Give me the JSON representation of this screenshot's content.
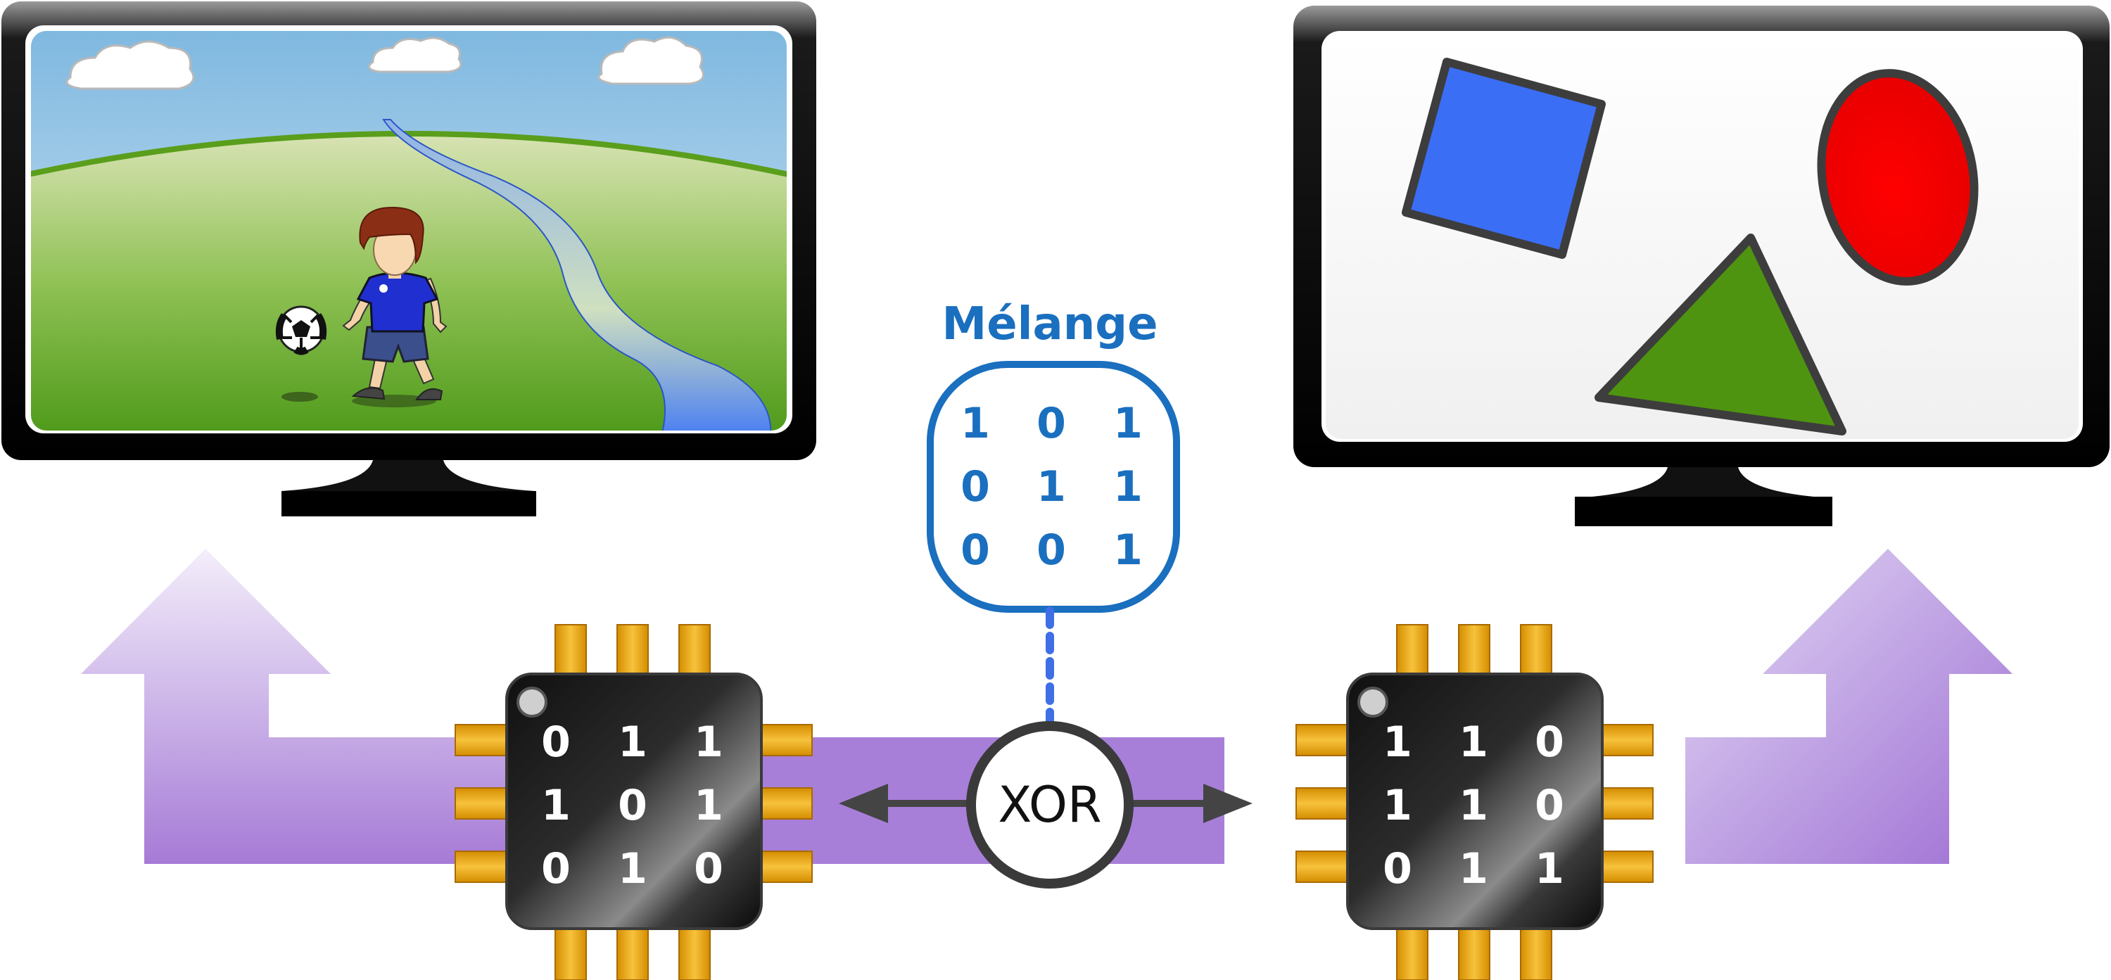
{
  "mix_key": {
    "title": "Mélange",
    "rows": [
      [
        "1",
        "0",
        "1"
      ],
      [
        "0",
        "1",
        "1"
      ],
      [
        "0",
        "0",
        "1"
      ]
    ]
  },
  "xor": {
    "label": "XOR"
  },
  "left_chip": {
    "rows": [
      [
        "0",
        "1",
        "1"
      ],
      [
        "1",
        "0",
        "1"
      ],
      [
        "0",
        "1",
        "0"
      ]
    ]
  },
  "right_chip": {
    "rows": [
      [
        "1",
        "1",
        "0"
      ],
      [
        "1",
        "1",
        "0"
      ],
      [
        "0",
        "1",
        "1"
      ]
    ]
  },
  "colors": {
    "arrow_purple": "#a87fd8",
    "key_blue": "#1a6fbf",
    "pin_gold": "#f2b01e",
    "square_blue": "#3a6ef5",
    "ellipse_red": "#ee0000",
    "triangle_green": "#4e9410"
  }
}
